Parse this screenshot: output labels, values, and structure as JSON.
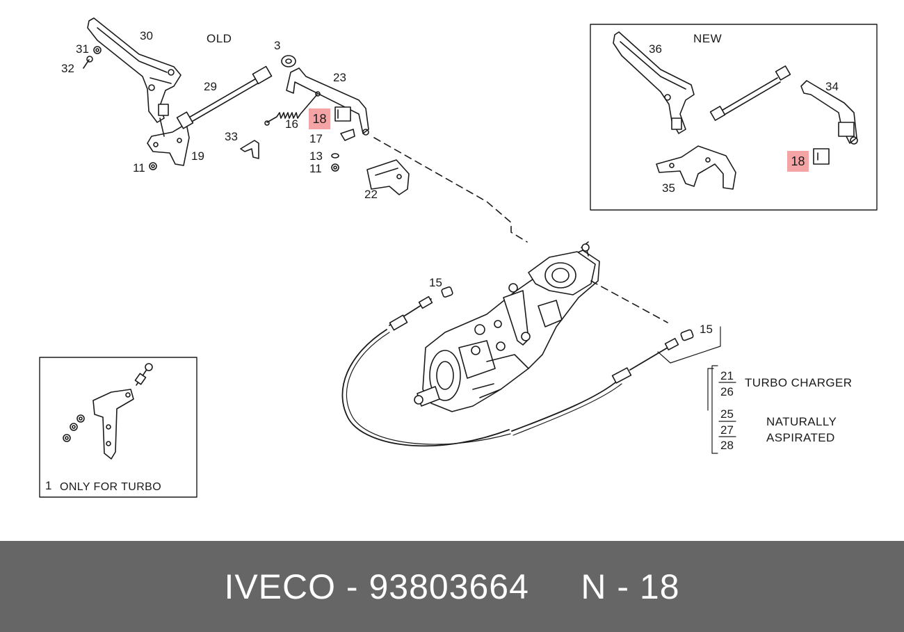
{
  "panels": {
    "old_title": "OLD",
    "new_title": "NEW",
    "turbo_caption_num": "1",
    "turbo_caption_text": "ONLY FOR TURBO"
  },
  "callouts": {
    "c30": "30",
    "c31": "31",
    "c32": "32",
    "c3": "3",
    "c29": "29",
    "c23": "23",
    "c16": "16",
    "c18_old": "18",
    "c17": "17",
    "c13": "13",
    "c11a": "11",
    "c11b": "11",
    "c19": "19",
    "c33": "33",
    "c22": "22",
    "c15a": "15",
    "c15b": "15",
    "c36": "36",
    "c34": "34",
    "c18_new": "18",
    "c35": "35"
  },
  "legend": {
    "turbo_nums": [
      "21",
      "26"
    ],
    "turbo_label": "TURBO CHARGER",
    "natural_nums": [
      "25",
      "27",
      "28"
    ],
    "natural_label_1": "NATURALLY",
    "natural_label_2": "ASPIRATED"
  },
  "highlight_color": "#f4a4a4",
  "footer": {
    "text": "IVECO - 93803664     N - 18",
    "background": "#666666"
  }
}
